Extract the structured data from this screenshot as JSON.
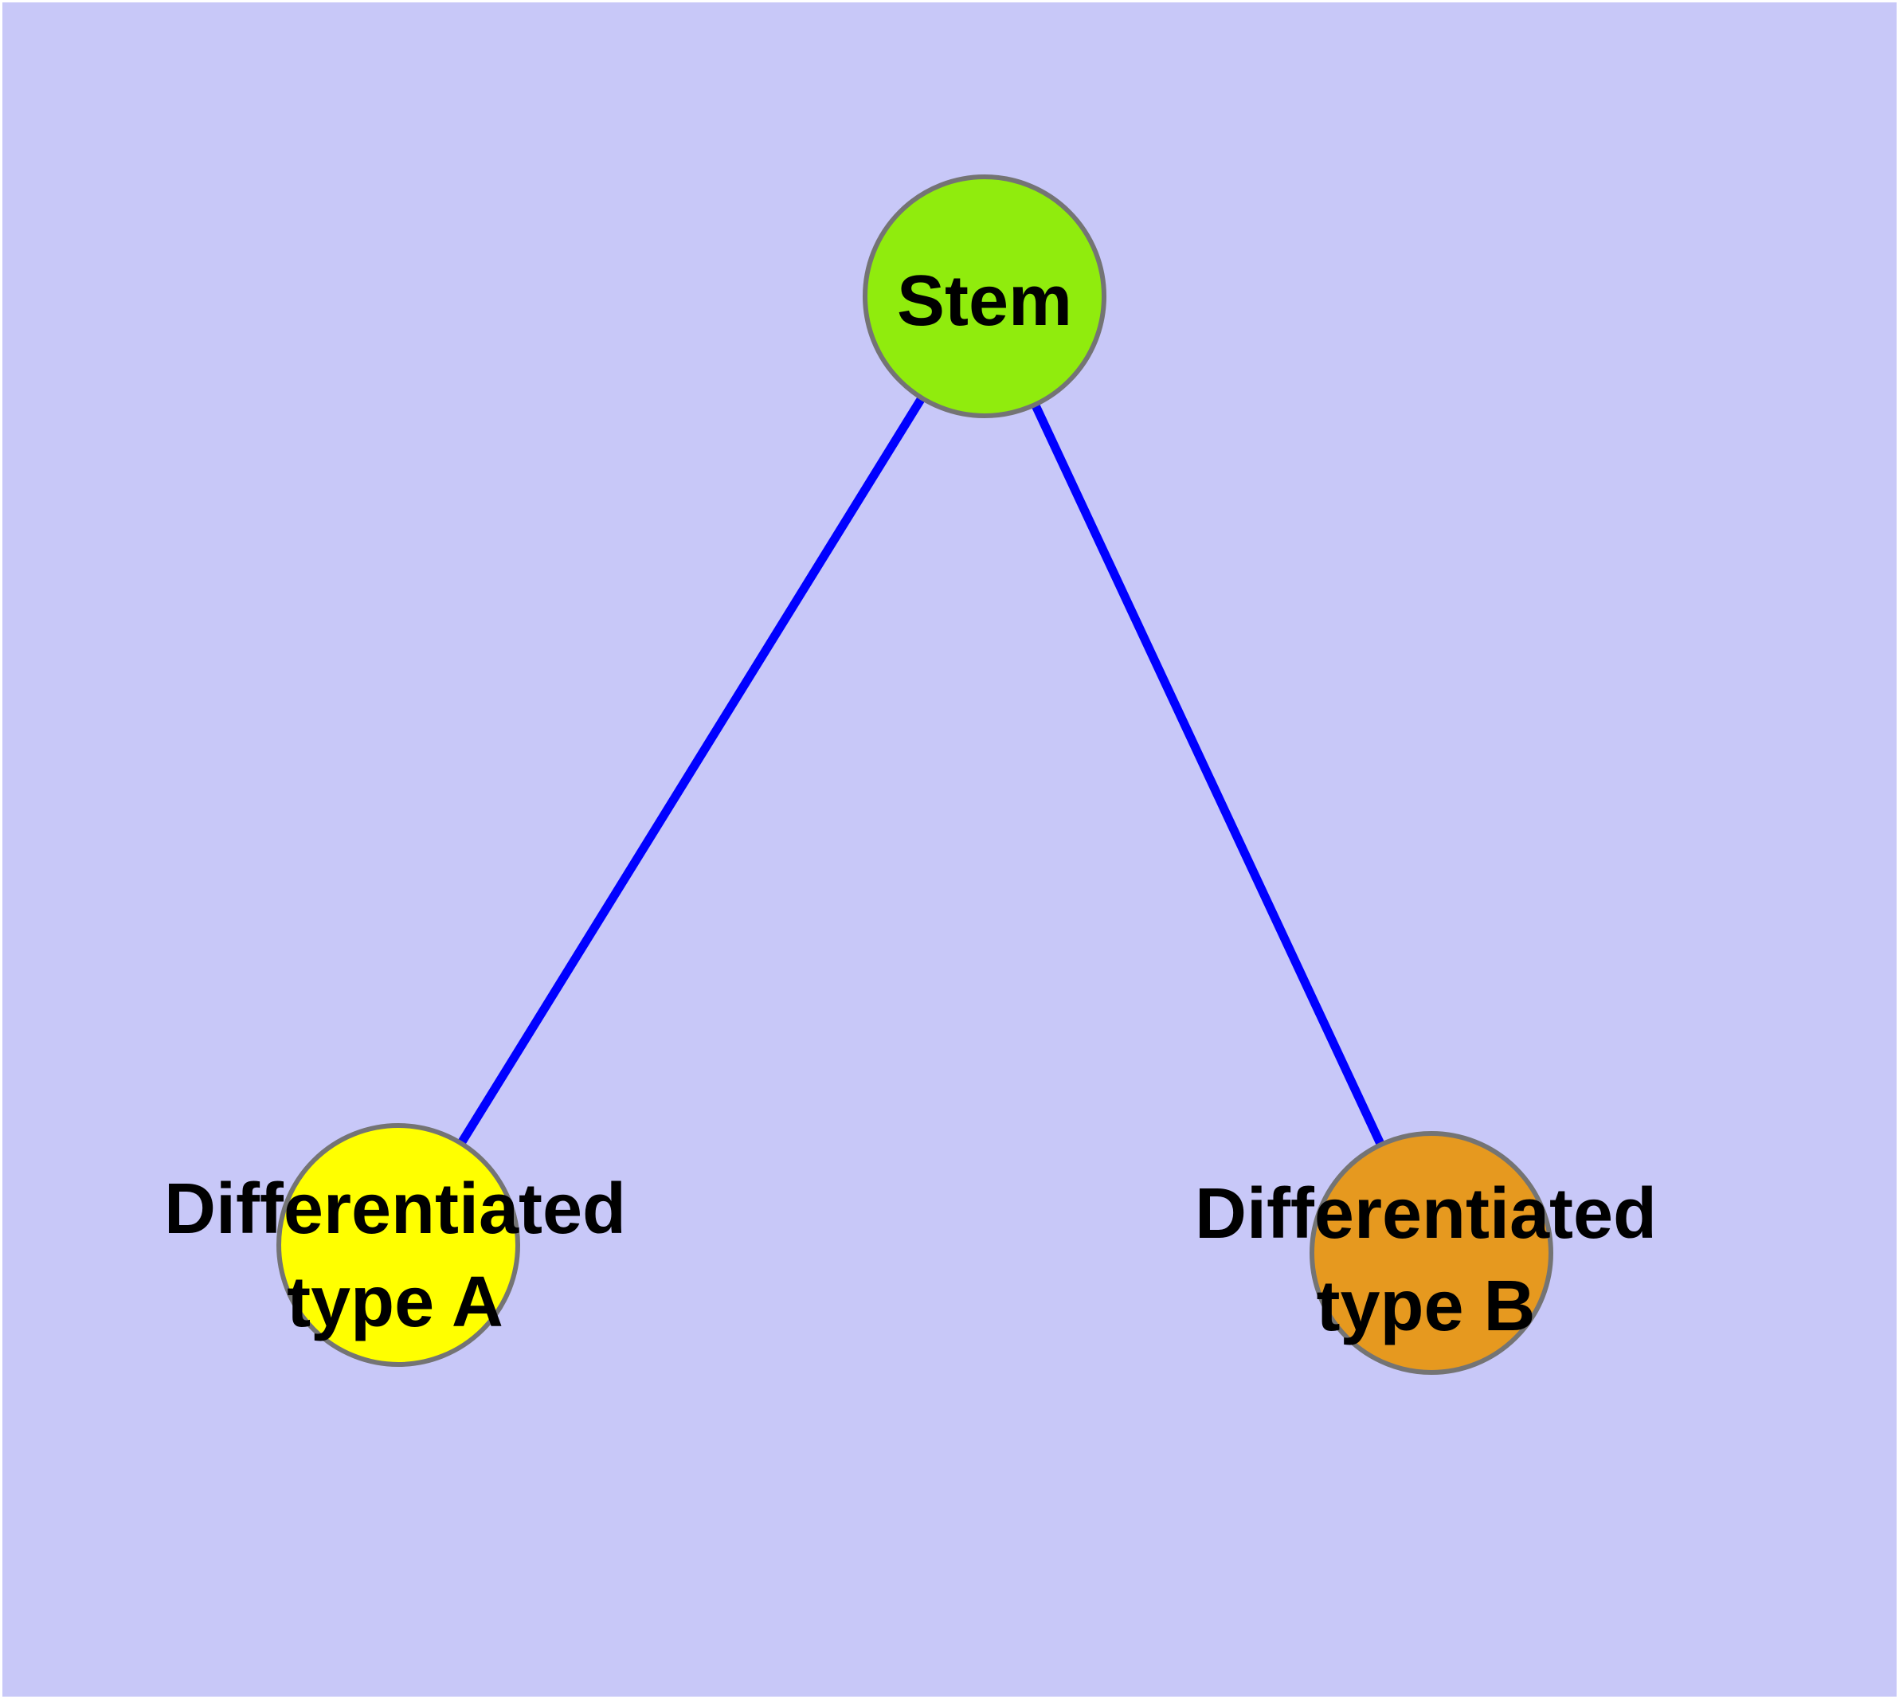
{
  "canvas": {
    "page_background": "#ffffff",
    "plot_background": "#c8c8f8"
  },
  "edge_style": {
    "color": "#0000ff"
  },
  "node_style": {
    "border_color": "#747474",
    "label_color": "#000000"
  },
  "nodes": [
    {
      "id": "stem",
      "label": "Stem",
      "line1": "Stem",
      "fill": "#90ec0d"
    },
    {
      "id": "differentiated-type-a",
      "label": "Differentiated type A",
      "line1": "Differentiated",
      "line2": "type A",
      "fill": "#ffff00"
    },
    {
      "id": "differentiated-type-b",
      "label": "Differentiated type B",
      "line1": "Differentiated",
      "line2": "type B",
      "fill": "#e6991f"
    }
  ],
  "edges": [
    {
      "from": "stem",
      "to": "differentiated-type-a"
    },
    {
      "from": "stem",
      "to": "differentiated-type-b"
    }
  ]
}
